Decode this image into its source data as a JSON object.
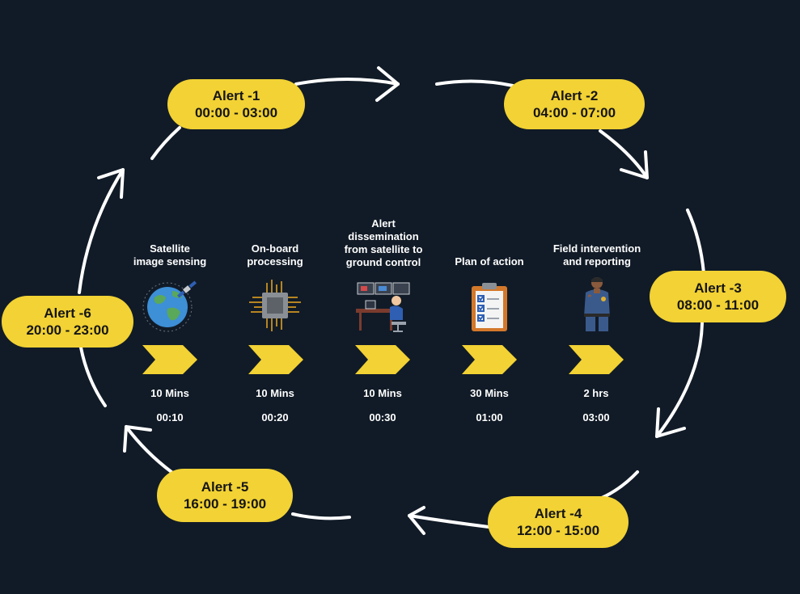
{
  "colors": {
    "background": "#111b27",
    "pill": "#f2d234",
    "chevron": "#f2d234",
    "arrow": "#ffffff"
  },
  "alerts": [
    {
      "label": "Alert -1",
      "time": "00:00 - 03:00"
    },
    {
      "label": "Alert -2",
      "time": "04:00 - 07:00"
    },
    {
      "label": "Alert -3",
      "time": "08:00 - 11:00"
    },
    {
      "label": "Alert -4",
      "time": "12:00 - 15:00"
    },
    {
      "label": "Alert -5",
      "time": "16:00 - 19:00"
    },
    {
      "label": "Alert -6",
      "time": "20:00 - 23:00"
    }
  ],
  "steps": [
    {
      "label": [
        "Satellite",
        "image sensing"
      ],
      "duration": "10 Mins",
      "time": "00:10",
      "icon": "globe-satellite-icon"
    },
    {
      "label": [
        "On-board",
        "processing"
      ],
      "duration": "10 Mins",
      "time": "00:20",
      "icon": "processor-chip-icon"
    },
    {
      "label": [
        "Alert",
        "dissemination",
        "from satellite to",
        "ground control"
      ],
      "duration": "10 Mins",
      "time": "00:30",
      "icon": "control-room-icon"
    },
    {
      "label": [
        "Plan of action"
      ],
      "duration": "30 Mins",
      "time": "01:00",
      "icon": "checklist-clipboard-icon"
    },
    {
      "label": [
        "Field intervention",
        "and reporting"
      ],
      "duration": "2 hrs",
      "time": "03:00",
      "icon": "field-officer-icon"
    }
  ]
}
